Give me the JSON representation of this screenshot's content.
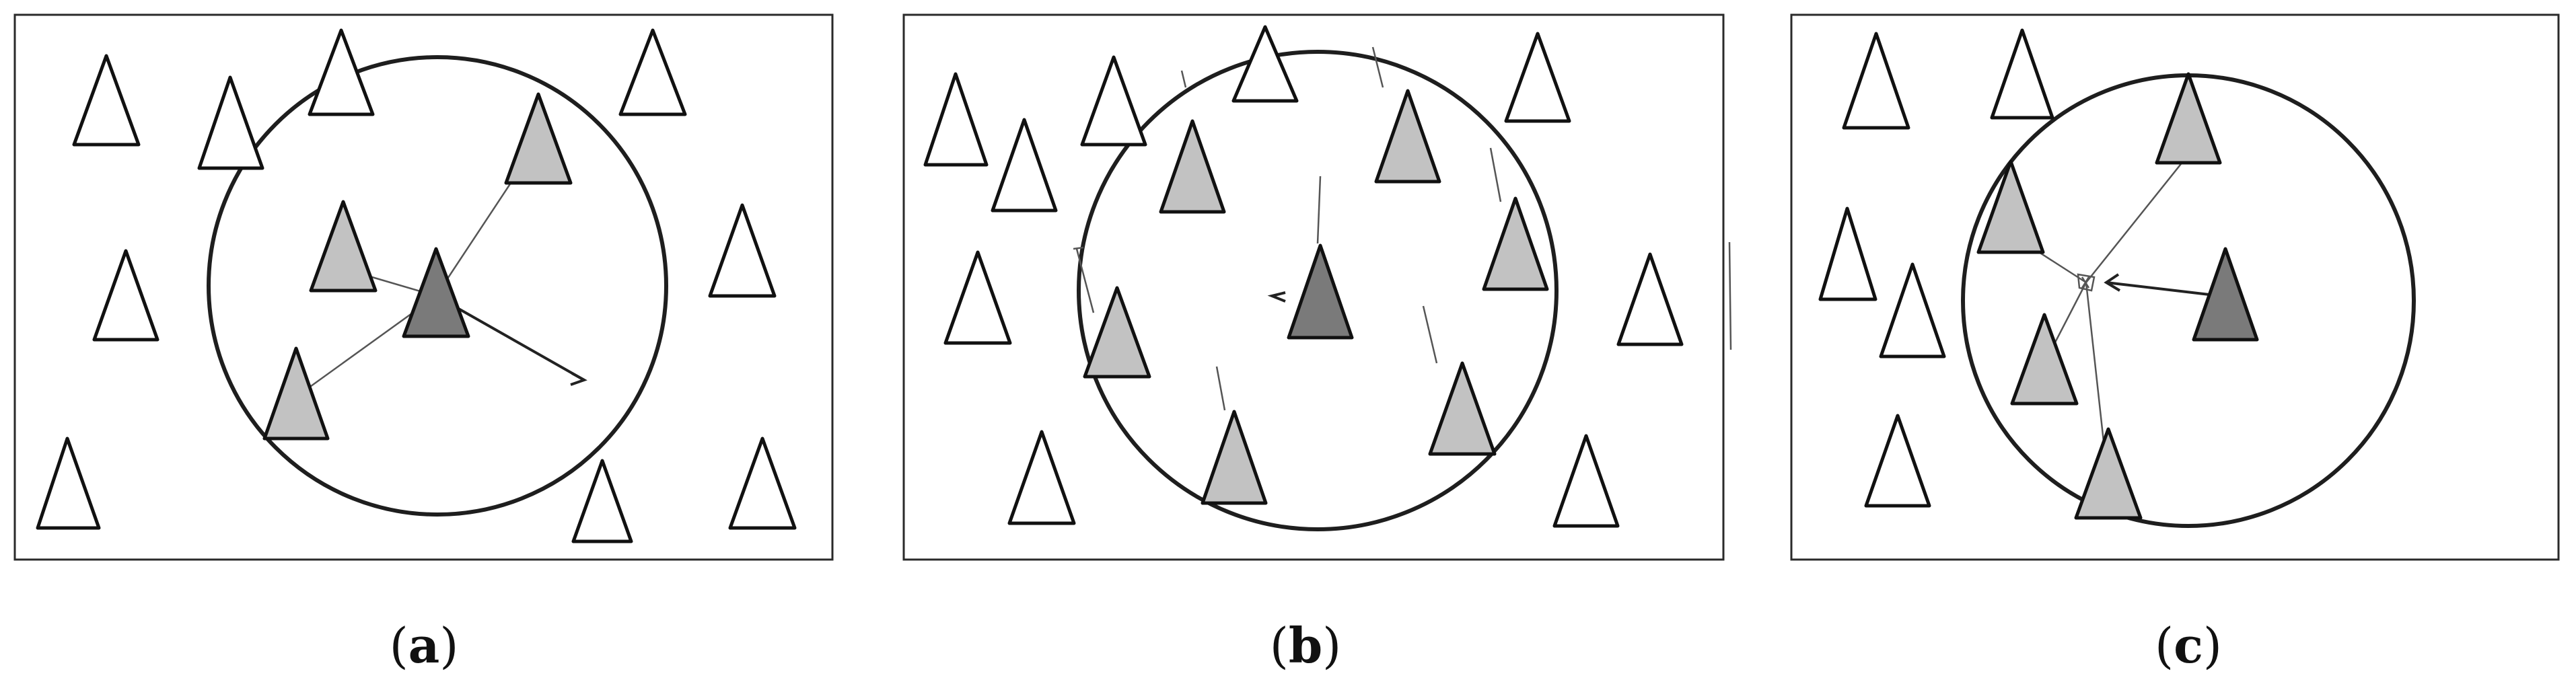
{
  "colors": {
    "empty": "#ffffff",
    "neighbor": "#c2c2c2",
    "focus": "#7a7a7a"
  },
  "panels": [
    {
      "caption_open": "(",
      "caption_letter": "a",
      "caption_close": ")"
    },
    {
      "caption_open": "(",
      "caption_letter": "b",
      "caption_close": ")"
    },
    {
      "caption_open": "(",
      "caption_letter": "c",
      "caption_close": ")"
    }
  ]
}
